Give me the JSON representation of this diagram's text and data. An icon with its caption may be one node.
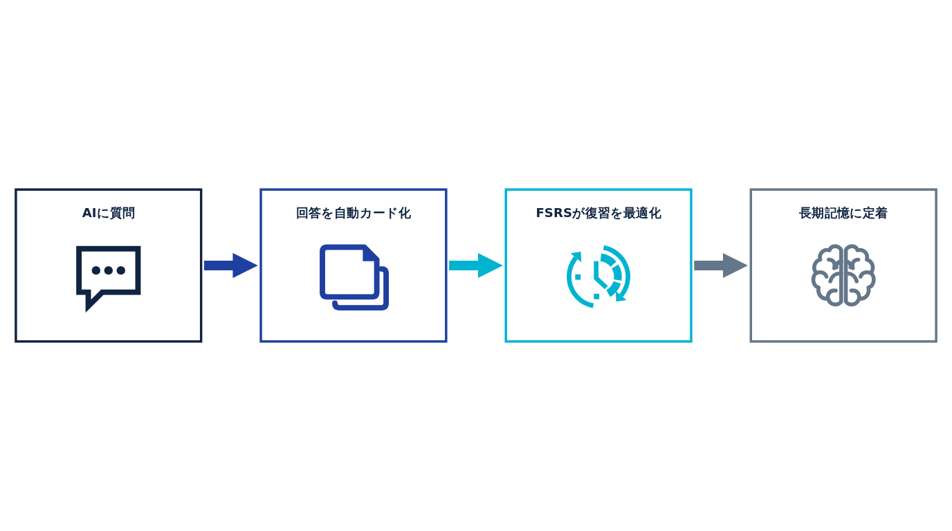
{
  "diagram": {
    "nodes": [
      {
        "text": [
          "AIに質問"
        ]
      },
      {
        "text": [
          "回答を自動カード化"
        ]
      },
      {
        "text": [
          "FSRSが復習を最適化"
        ]
      },
      {
        "text": [
          "長期記憶に定着"
        ]
      }
    ],
    "edges": [
      {
        "from": 0,
        "to": 1,
        "arrow": "to",
        "color": "#1e40a0"
      },
      {
        "from": 1,
        "to": 2,
        "arrow": "to",
        "color": "#00b4d0"
      },
      {
        "from": 2,
        "to": 3,
        "arrow": "to",
        "color": "#647689"
      }
    ]
  }
}
